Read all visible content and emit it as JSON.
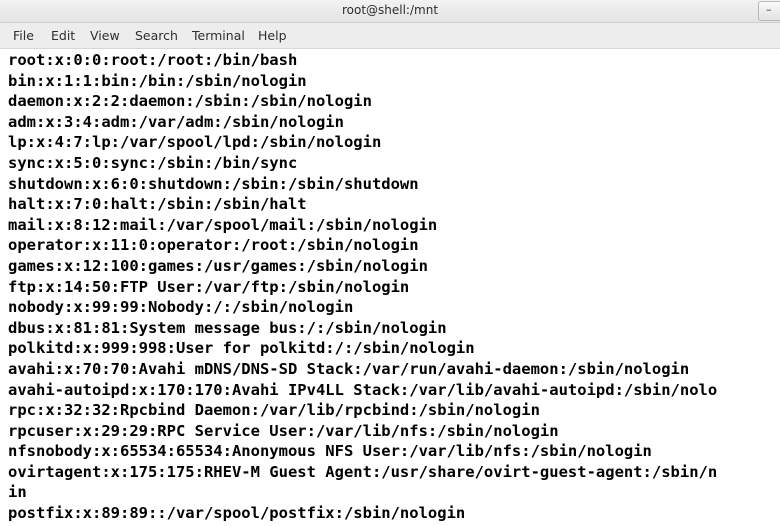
{
  "window": {
    "title": "root@shell:/mnt",
    "minimize_glyph": "–"
  },
  "menubar": {
    "items": [
      "File",
      "Edit",
      "View",
      "Search",
      "Terminal",
      "Help"
    ]
  },
  "terminal": {
    "lines": [
      "root:x:0:0:root:/root:/bin/bash",
      "bin:x:1:1:bin:/bin:/sbin/nologin",
      "daemon:x:2:2:daemon:/sbin:/sbin/nologin",
      "adm:x:3:4:adm:/var/adm:/sbin/nologin",
      "lp:x:4:7:lp:/var/spool/lpd:/sbin/nologin",
      "sync:x:5:0:sync:/sbin:/bin/sync",
      "shutdown:x:6:0:shutdown:/sbin:/sbin/shutdown",
      "halt:x:7:0:halt:/sbin:/sbin/halt",
      "mail:x:8:12:mail:/var/spool/mail:/sbin/nologin",
      "operator:x:11:0:operator:/root:/sbin/nologin",
      "games:x:12:100:games:/usr/games:/sbin/nologin",
      "ftp:x:14:50:FTP User:/var/ftp:/sbin/nologin",
      "nobody:x:99:99:Nobody:/:/sbin/nologin",
      "dbus:x:81:81:System message bus:/:/sbin/nologin",
      "polkitd:x:999:998:User for polkitd:/:/sbin/nologin",
      "avahi:x:70:70:Avahi mDNS/DNS-SD Stack:/var/run/avahi-daemon:/sbin/nologin",
      "avahi-autoipd:x:170:170:Avahi IPv4LL Stack:/var/lib/avahi-autoipd:/sbin/nolo",
      "rpc:x:32:32:Rpcbind Daemon:/var/lib/rpcbind:/sbin/nologin",
      "rpcuser:x:29:29:RPC Service User:/var/lib/nfs:/sbin/nologin",
      "nfsnobody:x:65534:65534:Anonymous NFS User:/var/lib/nfs:/sbin/nologin",
      "ovirtagent:x:175:175:RHEV-M Guest Agent:/usr/share/ovirt-guest-agent:/sbin/n",
      "in",
      "postfix:x:89:89::/var/spool/postfix:/sbin/nologin"
    ]
  }
}
